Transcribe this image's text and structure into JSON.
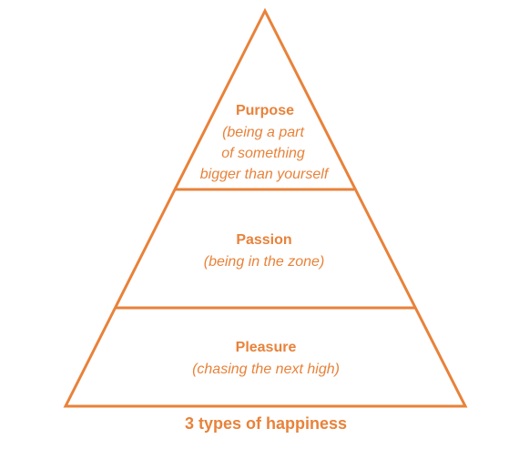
{
  "colors": {
    "accent": "#E8823A",
    "background": "#FFFFFF"
  },
  "tiers": [
    {
      "title": "Purpose",
      "description_lines": [
        "(being a part",
        "of something",
        "bigger than yourself"
      ]
    },
    {
      "title": "Passion",
      "description_lines": [
        "(being in the zone)"
      ]
    },
    {
      "title": "Pleasure",
      "description_lines": [
        "(chasing the next high)"
      ]
    }
  ],
  "caption": "3 types of happiness"
}
